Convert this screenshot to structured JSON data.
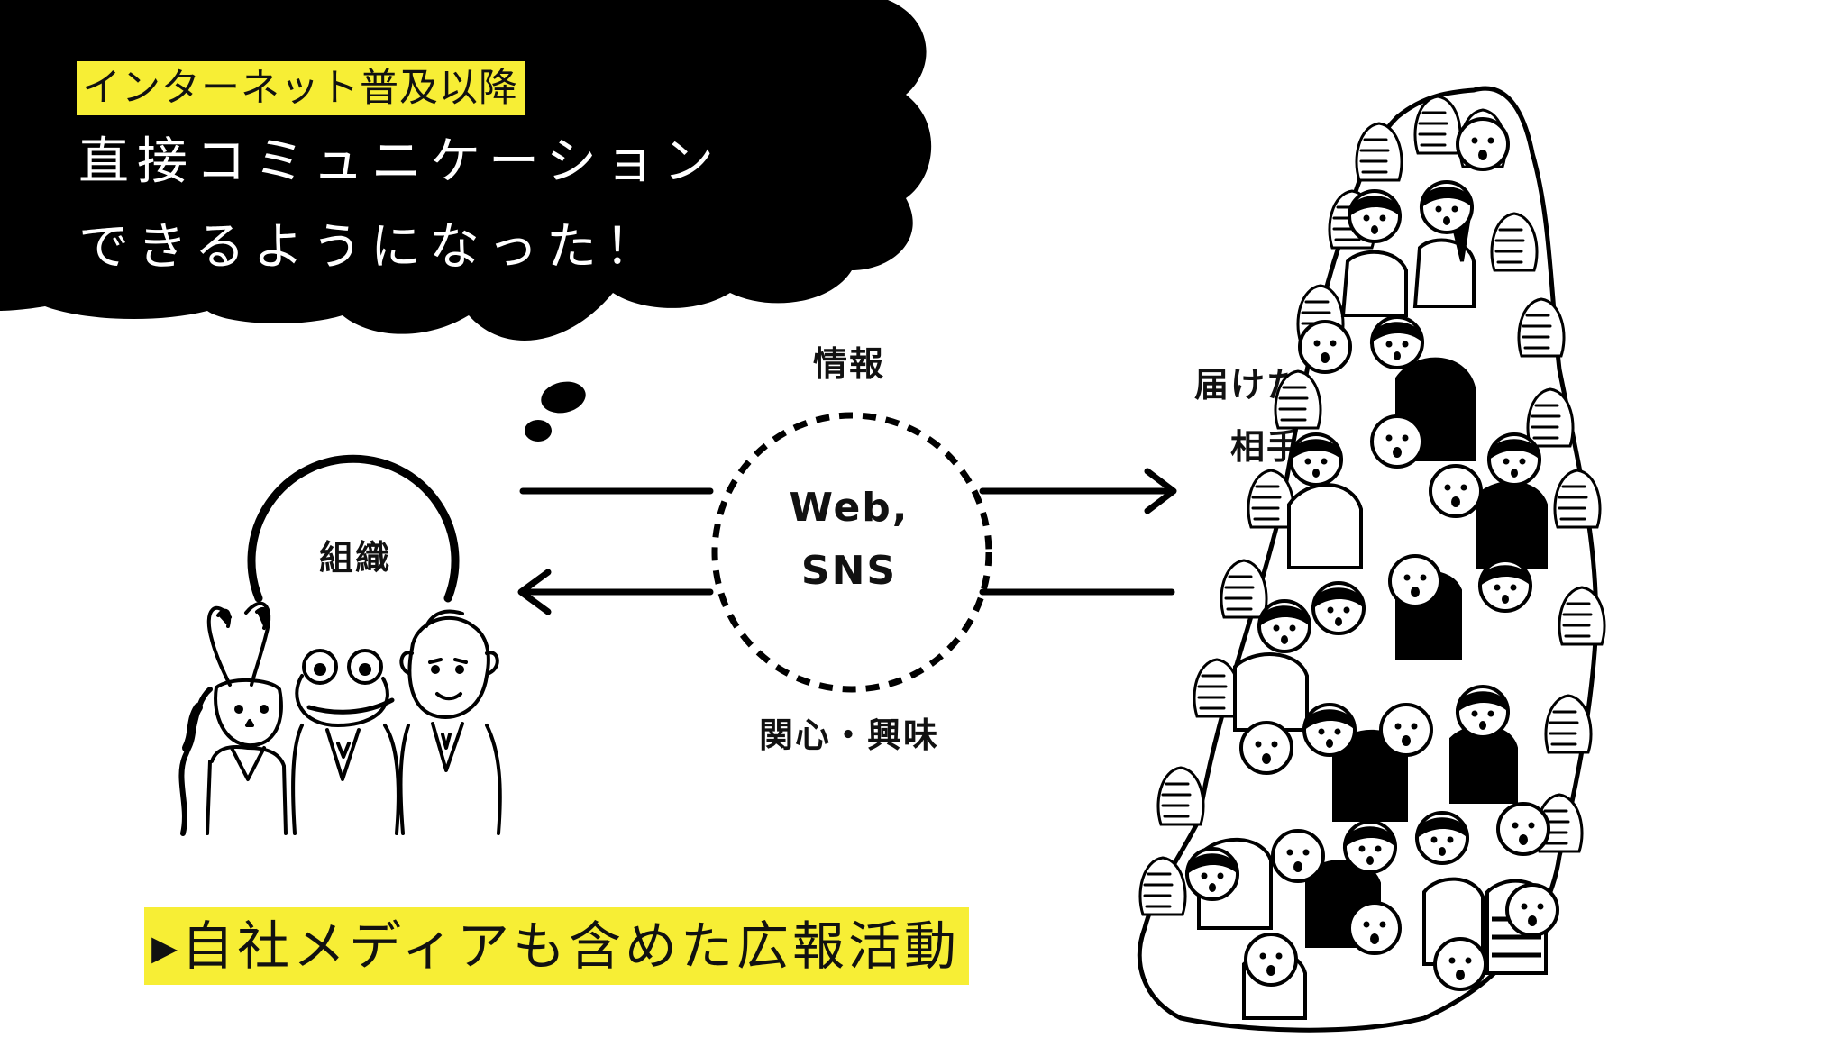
{
  "accent_color": "#f7ee35",
  "bubble": {
    "tag": "インターネット普及以降",
    "line1": "直接コミュニケーション",
    "line2": "できるようになった！"
  },
  "org": {
    "label": "組織"
  },
  "hub": {
    "line1": "Web,",
    "line2": "SNS"
  },
  "info_label": "情報",
  "interest_label": "関心・興味",
  "audience": {
    "line1": "届けたい",
    "line2": "相手"
  },
  "bottom_line": "▸自社メディアも含めた広報活動"
}
